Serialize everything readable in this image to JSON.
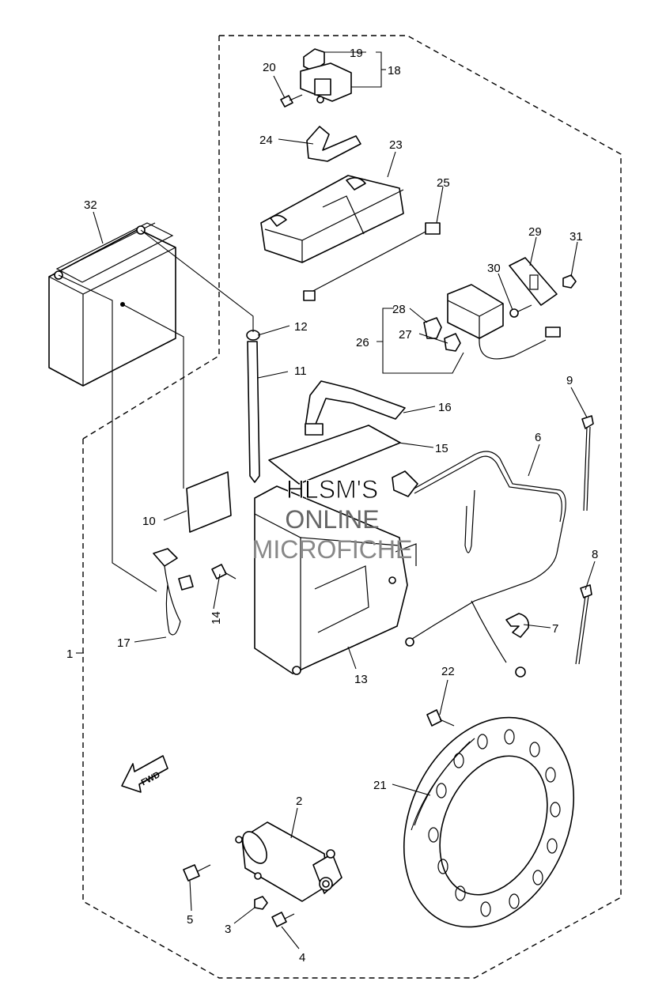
{
  "watermark": {
    "line1": "HLSM'S",
    "line2": "ONLINE",
    "line3": "MICROFICHE"
  },
  "fwd_label": "FWD",
  "callouts": {
    "c1": "1",
    "c2": "2",
    "c3": "3",
    "c4": "4",
    "c5": "5",
    "c6": "6",
    "c7": "7",
    "c8": "8",
    "c9": "9",
    "c10": "10",
    "c11": "11",
    "c12": "12",
    "c13": "13",
    "c14": "14",
    "c15": "15",
    "c16": "16",
    "c17": "17",
    "c18": "18",
    "c19": "19",
    "c20": "20",
    "c21": "21",
    "c22": "22",
    "c23": "23",
    "c24": "24",
    "c25": "25",
    "c26": "26",
    "c27": "27",
    "c28": "28",
    "c29": "29",
    "c30": "30",
    "c31": "31",
    "c32": "32"
  }
}
